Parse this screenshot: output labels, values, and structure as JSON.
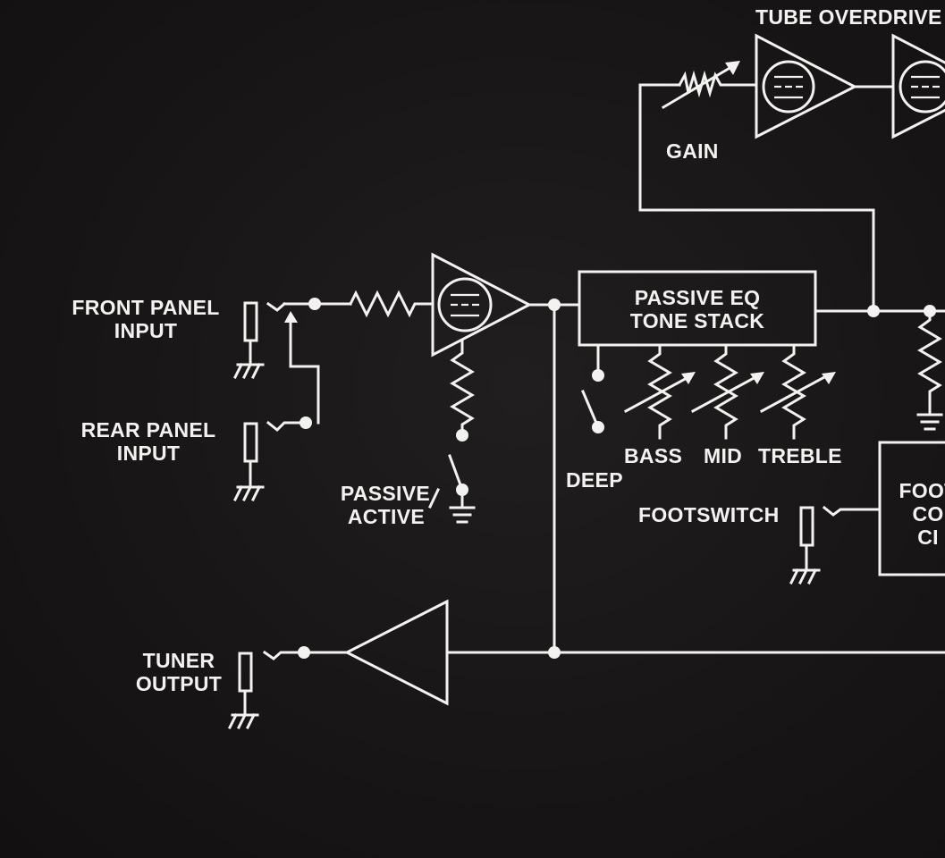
{
  "labels": {
    "tube_overdrive": "TUBE OVERDRIVE",
    "gain": "GAIN",
    "front_panel_input_1": "FRONT PANEL",
    "front_panel_input_2": "INPUT",
    "rear_panel_input_1": "REAR PANEL",
    "rear_panel_input_2": "INPUT",
    "passive_eq_1": "PASSIVE EQ",
    "passive_eq_2": "TONE STACK",
    "deep": "DEEP",
    "bass": "BASS",
    "mid": "MID",
    "treble": "TREBLE",
    "passive_active_1": "PASSIVE",
    "passive_active_2": "ACTIVE",
    "footswitch": "FOOTSWITCH",
    "foot_control_1": "FOOT",
    "foot_control_2": "CO",
    "foot_control_3": "CI",
    "tuner_output_1": "TUNER",
    "tuner_output_2": "OUTPUT"
  },
  "colors": {
    "background": "#161414",
    "ink": "#f2f2f0"
  }
}
